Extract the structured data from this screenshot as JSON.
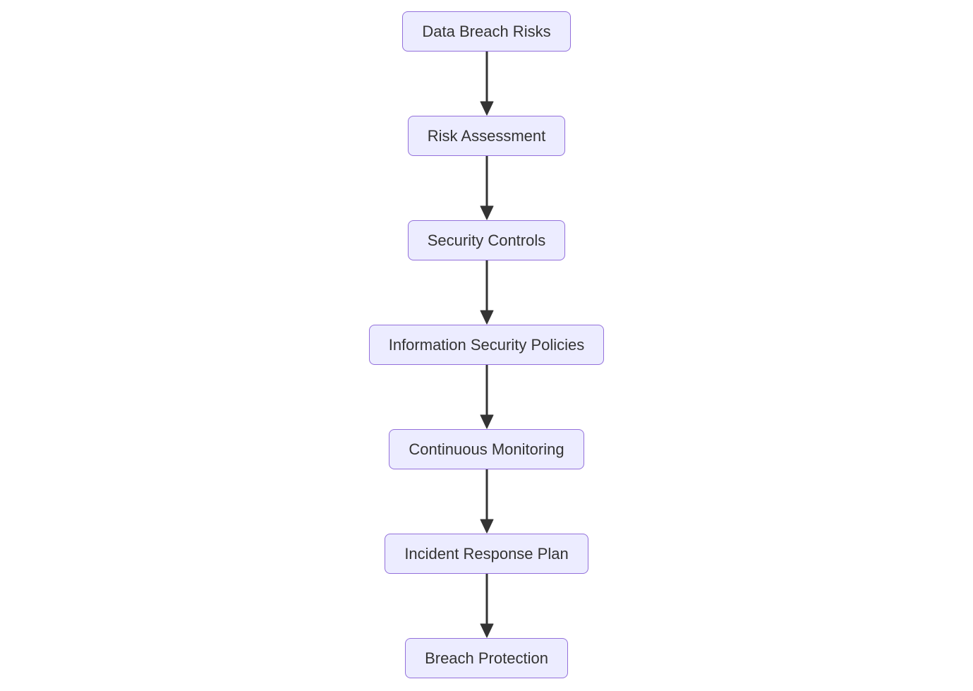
{
  "diagram": {
    "type": "flowchart",
    "direction": "top-down",
    "nodes": [
      {
        "id": "data-breach-risks",
        "label": "Data Breach Risks"
      },
      {
        "id": "risk-assessment",
        "label": "Risk Assessment"
      },
      {
        "id": "security-controls",
        "label": "Security Controls"
      },
      {
        "id": "information-security-policies",
        "label": "Information Security Policies"
      },
      {
        "id": "continuous-monitoring",
        "label": "Continuous Monitoring"
      },
      {
        "id": "incident-response-plan",
        "label": "Incident Response Plan"
      },
      {
        "id": "breach-protection",
        "label": "Breach Protection"
      }
    ],
    "edges": [
      {
        "from": "Data Breach Risks",
        "to": "Risk Assessment"
      },
      {
        "from": "Risk Assessment",
        "to": "Security Controls"
      },
      {
        "from": "Security Controls",
        "to": "Information Security Policies"
      },
      {
        "from": "Information Security Policies",
        "to": "Continuous Monitoring"
      },
      {
        "from": "Continuous Monitoring",
        "to": "Incident Response Plan"
      },
      {
        "from": "Incident Response Plan",
        "to": "Breach Protection"
      }
    ],
    "colors": {
      "node_fill": "#ECECFF",
      "node_border": "#9370DB",
      "node_text": "#333333",
      "arrow": "#333333",
      "background": "#FFFFFF"
    }
  }
}
